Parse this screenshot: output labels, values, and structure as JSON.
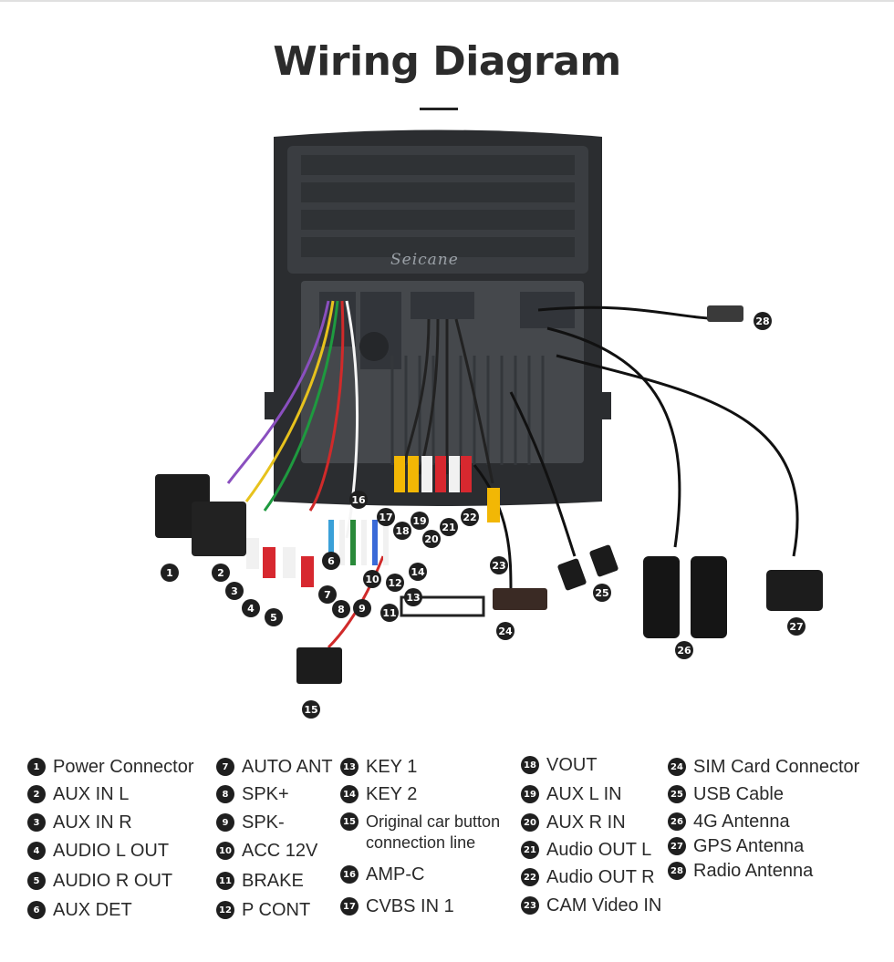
{
  "header": {
    "title": "Wiring Diagram"
  },
  "device": {
    "brand": "Seicane"
  },
  "legend": [
    {
      "n": "1",
      "label": "Power Connector"
    },
    {
      "n": "2",
      "label": "AUX IN L"
    },
    {
      "n": "3",
      "label": "AUX IN R"
    },
    {
      "n": "4",
      "label": "AUDIO L OUT"
    },
    {
      "n": "5",
      "label": "AUDIO R OUT"
    },
    {
      "n": "6",
      "label": "AUX DET"
    },
    {
      "n": "7",
      "label": "AUTO ANT"
    },
    {
      "n": "8",
      "label": "SPK+"
    },
    {
      "n": "9",
      "label": "SPK-"
    },
    {
      "n": "10",
      "label": "ACC 12V"
    },
    {
      "n": "11",
      "label": "BRAKE"
    },
    {
      "n": "12",
      "label": "P CONT"
    },
    {
      "n": "13",
      "label": "KEY 1"
    },
    {
      "n": "14",
      "label": "KEY 2"
    },
    {
      "n": "15",
      "label": "Original car button\nconnection line"
    },
    {
      "n": "16",
      "label": "AMP-C"
    },
    {
      "n": "17",
      "label": "CVBS IN 1"
    },
    {
      "n": "18",
      "label": "VOUT"
    },
    {
      "n": "19",
      "label": "AUX L IN"
    },
    {
      "n": "20",
      "label": "AUX R IN"
    },
    {
      "n": "21",
      "label": "Audio OUT L"
    },
    {
      "n": "22",
      "label": "Audio OUT R"
    },
    {
      "n": "23",
      "label": "CAM Video IN"
    },
    {
      "n": "24",
      "label": "SIM Card Connector"
    },
    {
      "n": "25",
      "label": "USB  Cable"
    },
    {
      "n": "26",
      "label": "4G Antenna"
    },
    {
      "n": "27",
      "label": "GPS Antenna"
    },
    {
      "n": "28",
      "label": "Radio Antenna"
    }
  ],
  "colors": {
    "callout": "#1f1f1f",
    "unit_body": "#2b2d30",
    "rca_red": "#d7282f",
    "rca_yellow": "#f2b705",
    "rca_white": "#f1f1f1"
  }
}
